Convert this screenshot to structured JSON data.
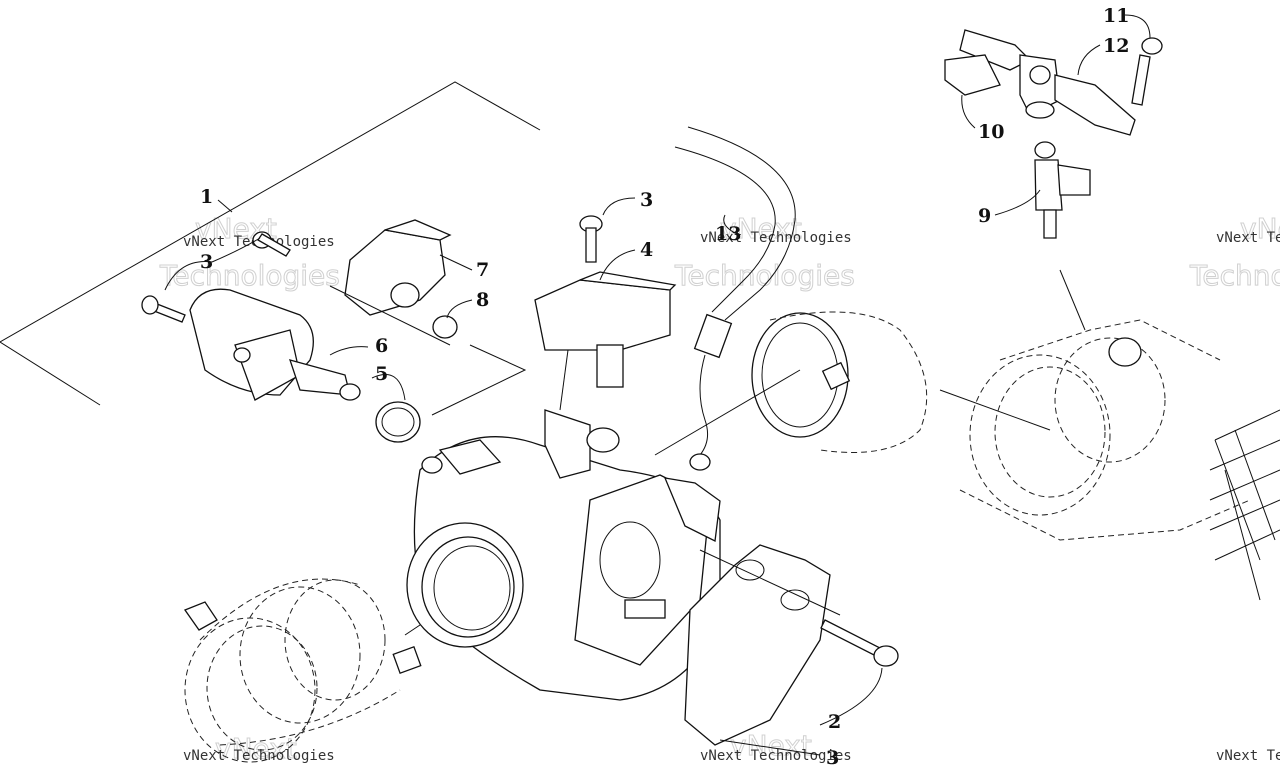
{
  "callouts": {
    "c1": "1",
    "c2": "2",
    "c3a": "3",
    "c3b": "3",
    "c3c": "3",
    "c4": "4",
    "c5": "5",
    "c6": "6",
    "c7": "7",
    "c8": "8",
    "c9": "9",
    "c10": "10",
    "c11": "11",
    "c12": "12",
    "c13": "13"
  },
  "watermark": {
    "small": "vNext Technologies",
    "big_top": "vNext",
    "big_bottom": "Technologies"
  }
}
